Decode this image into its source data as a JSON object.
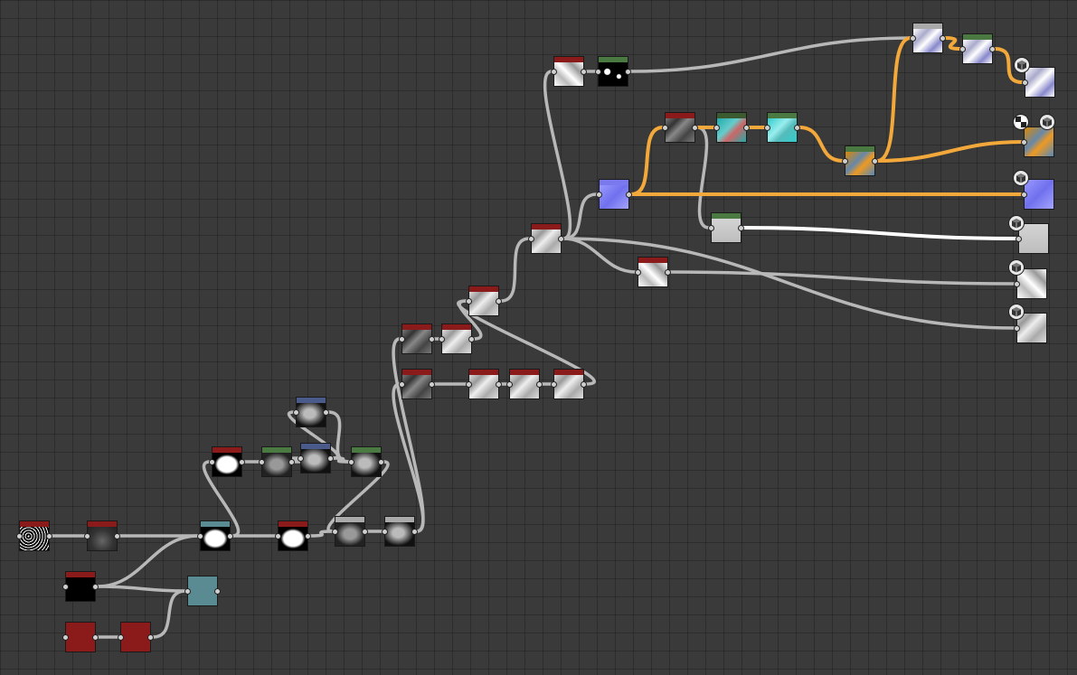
{
  "app": {
    "view": "node-graph",
    "background_color": "#3a3a3a"
  },
  "colors": {
    "wire_default": "#b8b8b8",
    "wire_selected": "#f2a83a",
    "wire_highlight": "#ffffff",
    "header_red": "#8b1a1a",
    "header_green": "#4a7a42",
    "header_blue": "#4a5a8a",
    "header_grey": "#aaaaaa",
    "header_teal": "#5a8a92",
    "header_darkgreen": "#3b5a30"
  },
  "nodes": [
    {
      "name": "noise-node",
      "header": "red",
      "thumb": "noise"
    },
    {
      "name": "blur-node",
      "header": "red",
      "thumb": "blurdark"
    },
    {
      "name": "shape-node",
      "header": "red",
      "thumb": "shield"
    },
    {
      "name": "uniform-color-node-1",
      "header": "red",
      "thumb": "red"
    },
    {
      "name": "uniform-color-node-2",
      "header": "red",
      "thumb": "red"
    },
    {
      "name": "blend-node",
      "header": "teal",
      "thumb": "teal"
    },
    {
      "name": "mask-node",
      "header": "teal",
      "thumb": "white"
    },
    {
      "name": "levels-node-a",
      "header": "red",
      "thumb": "white"
    },
    {
      "name": "gradient-node-a",
      "header": "green",
      "thumb": "grey-blob"
    },
    {
      "name": "transform-node-a",
      "header": "blue",
      "thumb": "grey-blob2"
    },
    {
      "name": "transform-node-b",
      "header": "blue",
      "thumb": "grey-blob2"
    },
    {
      "name": "gradient-node-b",
      "header": "green",
      "thumb": "grey-blob2"
    },
    {
      "name": "levels-node-b",
      "header": "red",
      "thumb": "white"
    },
    {
      "name": "blend-node-b",
      "header": "grey",
      "thumb": "grey-blob"
    },
    {
      "name": "blend-node-c",
      "header": "grey",
      "thumb": "grey-blob2"
    },
    {
      "name": "tile-node-a",
      "header": "red",
      "thumb": "marble-dk"
    },
    {
      "name": "tile-node-b",
      "header": "red",
      "thumb": "marble-dk"
    },
    {
      "name": "warp-node-a",
      "header": "red",
      "thumb": "marble"
    },
    {
      "name": "warp-node-b",
      "header": "red",
      "thumb": "marble"
    },
    {
      "name": "warp-node-c",
      "header": "red",
      "thumb": "marble"
    },
    {
      "name": "warp-node-d",
      "header": "red",
      "thumb": "marble"
    },
    {
      "name": "warp-node-e",
      "header": "red",
      "thumb": "marble"
    },
    {
      "name": "warp-node-f",
      "header": "red",
      "thumb": "marble"
    },
    {
      "name": "swirl-node-top",
      "header": "red",
      "thumb": "swirl"
    },
    {
      "name": "crack-node",
      "header": "green",
      "thumb": "crack"
    },
    {
      "name": "normal-node",
      "header": "blue-light",
      "thumb": "normal"
    },
    {
      "name": "hsl-node",
      "header": "red",
      "thumb": "marble-dk"
    },
    {
      "name": "color-node-teal",
      "header": "darkgreen",
      "thumb": "teal-tex"
    },
    {
      "name": "color-node-cyan",
      "header": "green",
      "thumb": "cyan-tex"
    },
    {
      "name": "color-node-orange",
      "header": "green",
      "thumb": "orange-tex"
    },
    {
      "name": "height-node",
      "header": "green",
      "thumb": "flat-light"
    },
    {
      "name": "swirl-node-mid",
      "header": "red",
      "thumb": "swirl"
    },
    {
      "name": "ao-node-top",
      "header": "grey",
      "thumb": "blue-swirl"
    },
    {
      "name": "ao-node-top-2",
      "header": "green",
      "thumb": "blue-swirl"
    },
    {
      "name": "output-basecolor",
      "header": "none",
      "thumb": "blue-swirl"
    },
    {
      "name": "output-albedo",
      "header": "none",
      "thumb": "orange-tex"
    },
    {
      "name": "output-normal",
      "header": "none",
      "thumb": "normal"
    },
    {
      "name": "output-height",
      "header": "none",
      "thumb": "flat-light"
    },
    {
      "name": "output-roughness",
      "header": "none",
      "thumb": "swirl"
    },
    {
      "name": "output-ao",
      "header": "none",
      "thumb": "marble"
    }
  ],
  "output_badges": [
    {
      "name": "output-cube-icon",
      "icon": "cube-icon"
    },
    {
      "name": "output-checker-icon",
      "icon": "checker-icon"
    },
    {
      "name": "output-cube-icon",
      "icon": "cube-icon"
    },
    {
      "name": "output-cube-icon",
      "icon": "cube-icon"
    },
    {
      "name": "output-cube-icon",
      "icon": "cube-icon"
    },
    {
      "name": "output-cube-icon",
      "icon": "cube-icon"
    },
    {
      "name": "output-cube-icon",
      "icon": "cube-icon"
    }
  ]
}
